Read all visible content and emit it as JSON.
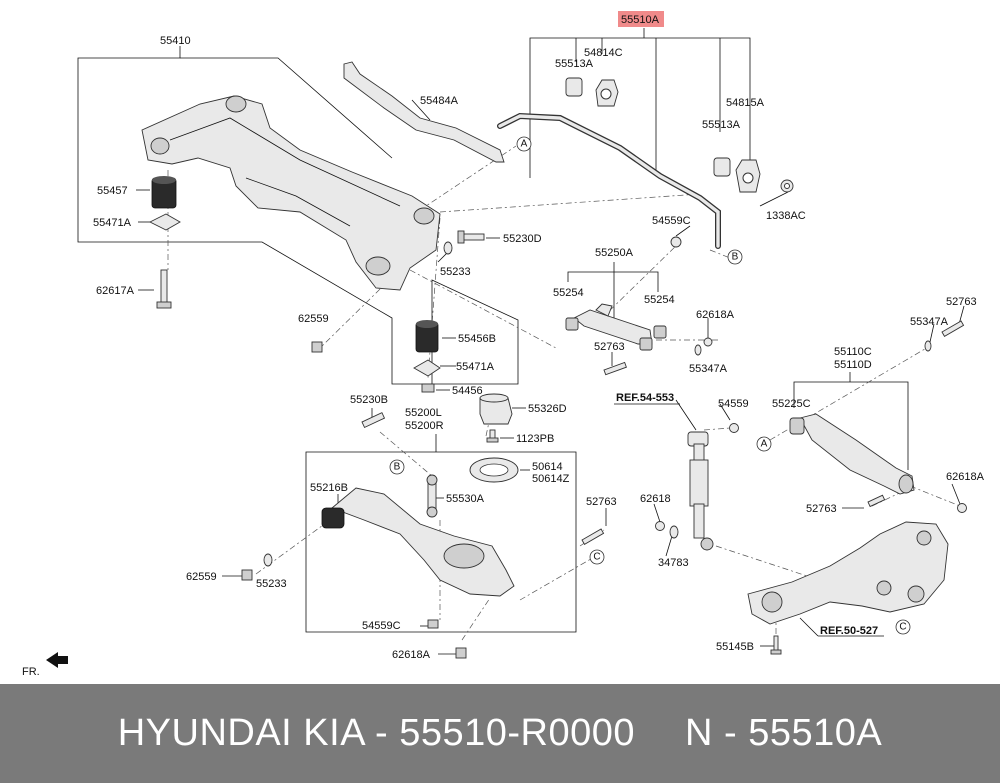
{
  "labels": {
    "p55510A": "55510A",
    "p55410": "55410",
    "p54814C": "54814C",
    "p55513A_1": "55513A",
    "p55484A": "55484A",
    "p54815A": "54815A",
    "p55513A_2": "55513A",
    "p1338AC": "1338AC",
    "p55457": "55457",
    "p55471A_1": "55471A",
    "p54559C_1": "54559C",
    "p55230D": "55230D",
    "p55233_1": "55233",
    "p62617A": "62617A",
    "p55250A": "55250A",
    "p55254_1": "55254",
    "p55254_2": "55254",
    "p62618A_1": "62618A",
    "p52763_1": "52763",
    "p62559_1": "62559",
    "p55456B": "55456B",
    "p52763_2": "52763",
    "p55347A_1": "55347A",
    "p55471A_2": "55471A",
    "p55347A_2": "55347A",
    "p44456": "54456",
    "p55110C": "55110C",
    "p55110D": "55110D",
    "p55230B": "55230B",
    "pREF54": "REF.54-553",
    "p54559": "54559",
    "p55326D": "55326D",
    "p55200L": "55200L",
    "p55200R": "55200R",
    "p55225C": "55225C",
    "p1123PB": "1123PB",
    "p50614": "50614",
    "p50614Z": "50614Z",
    "p55216B": "55216B",
    "p55530A": "55530A",
    "p62618": "62618",
    "p52763_3": "52763",
    "p62618A_2": "62618A",
    "p52763_4": "52763",
    "p34783": "34783",
    "p62559_2": "62559",
    "p55233_2": "55233",
    "pREF50": "REF.50-527",
    "p54559C_2": "54559C",
    "p55145B": "55145B",
    "p62618A_3": "62618A",
    "fr": "FR."
  },
  "markers": {
    "a1": "A",
    "a2": "A",
    "b1": "B",
    "b2": "B",
    "c1": "C",
    "c2": "C"
  },
  "highlight_color": "#f08a8a",
  "footer": {
    "brand": "HYUNDAI KIA - 55510-R0000",
    "number": "N - 55510A"
  }
}
